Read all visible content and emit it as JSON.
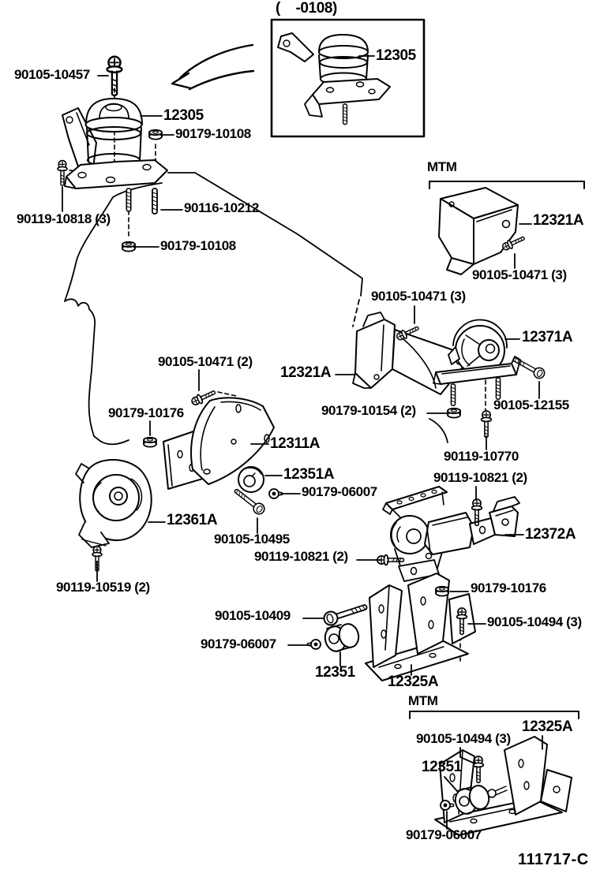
{
  "colors": {
    "ink": "#000000",
    "background": "#ffffff"
  },
  "inset": {
    "note": "(    -0108)"
  },
  "drawing_code": "111717-C",
  "section_tags": {
    "mtm_top": "MTM",
    "mtm_bottom": "MTM"
  },
  "labels": [
    {
      "id": "bolt-90105-10457",
      "text": "90105-10457"
    },
    {
      "id": "part-12305",
      "text": "12305"
    },
    {
      "id": "nut-90179-10108-a",
      "text": "90179-10108"
    },
    {
      "id": "stud-90116-10212",
      "text": "90116-10212"
    },
    {
      "id": "bolt-90119-10818",
      "text": "90119-10818 (3)"
    },
    {
      "id": "nut-90179-10108-b",
      "text": "90179-10108"
    },
    {
      "id": "part-12305-inset",
      "text": "12305"
    },
    {
      "id": "inset-note",
      "text": "(    -0108)"
    },
    {
      "id": "mtm-tag-top",
      "text": "MTM"
    },
    {
      "id": "part-12321A-mtm",
      "text": "12321A"
    },
    {
      "id": "bolt-90105-10471-3-right",
      "text": "90105-10471 (3)"
    },
    {
      "id": "bolt-90105-10471-3-mid",
      "text": "90105-10471 (3)"
    },
    {
      "id": "part-12371A",
      "text": "12371A"
    },
    {
      "id": "part-12321A-engine",
      "text": "12321A"
    },
    {
      "id": "bolt-90105-10471-2",
      "text": "90105-10471 (2)"
    },
    {
      "id": "nut-90179-10154",
      "text": "90179-10154 (2)"
    },
    {
      "id": "bolt-90105-12155",
      "text": "90105-12155"
    },
    {
      "id": "nut-90179-10176-left",
      "text": "90179-10176"
    },
    {
      "id": "part-12311A",
      "text": "12311A"
    },
    {
      "id": "bolt-90119-10770",
      "text": "90119-10770"
    },
    {
      "id": "part-12351A",
      "text": "12351A"
    },
    {
      "id": "bolt-90119-10821-upper",
      "text": "90119-10821 (2)"
    },
    {
      "id": "bolt-90179-06007-a",
      "text": "90179-06007"
    },
    {
      "id": "part-12361A",
      "text": "12361A"
    },
    {
      "id": "bolt-90105-10495",
      "text": "90105-10495"
    },
    {
      "id": "part-12372A",
      "text": "12372A"
    },
    {
      "id": "bolt-90119-10821-lower",
      "text": "90119-10821 (2)"
    },
    {
      "id": "bolt-90119-10519",
      "text": "90119-10519 (2)"
    },
    {
      "id": "nut-90179-10176-right",
      "text": "90179-10176"
    },
    {
      "id": "bolt-90105-10409",
      "text": "90105-10409"
    },
    {
      "id": "bolt-90105-10494-upper",
      "text": "90105-10494 (3)"
    },
    {
      "id": "bolt-90179-06007-b",
      "text": "90179-06007"
    },
    {
      "id": "part-12351-a",
      "text": "12351"
    },
    {
      "id": "part-12325A-engine",
      "text": "12325A"
    },
    {
      "id": "mtm-tag-bottom",
      "text": "MTM"
    },
    {
      "id": "part-12325A-mtm",
      "text": "12325A"
    },
    {
      "id": "bolt-90105-10494-lower",
      "text": "90105-10494 (3)"
    },
    {
      "id": "part-12351-b",
      "text": "12351"
    },
    {
      "id": "bolt-90179-06007-c",
      "text": "90179-06007"
    },
    {
      "id": "drawing-code",
      "text": "111717-C"
    }
  ]
}
